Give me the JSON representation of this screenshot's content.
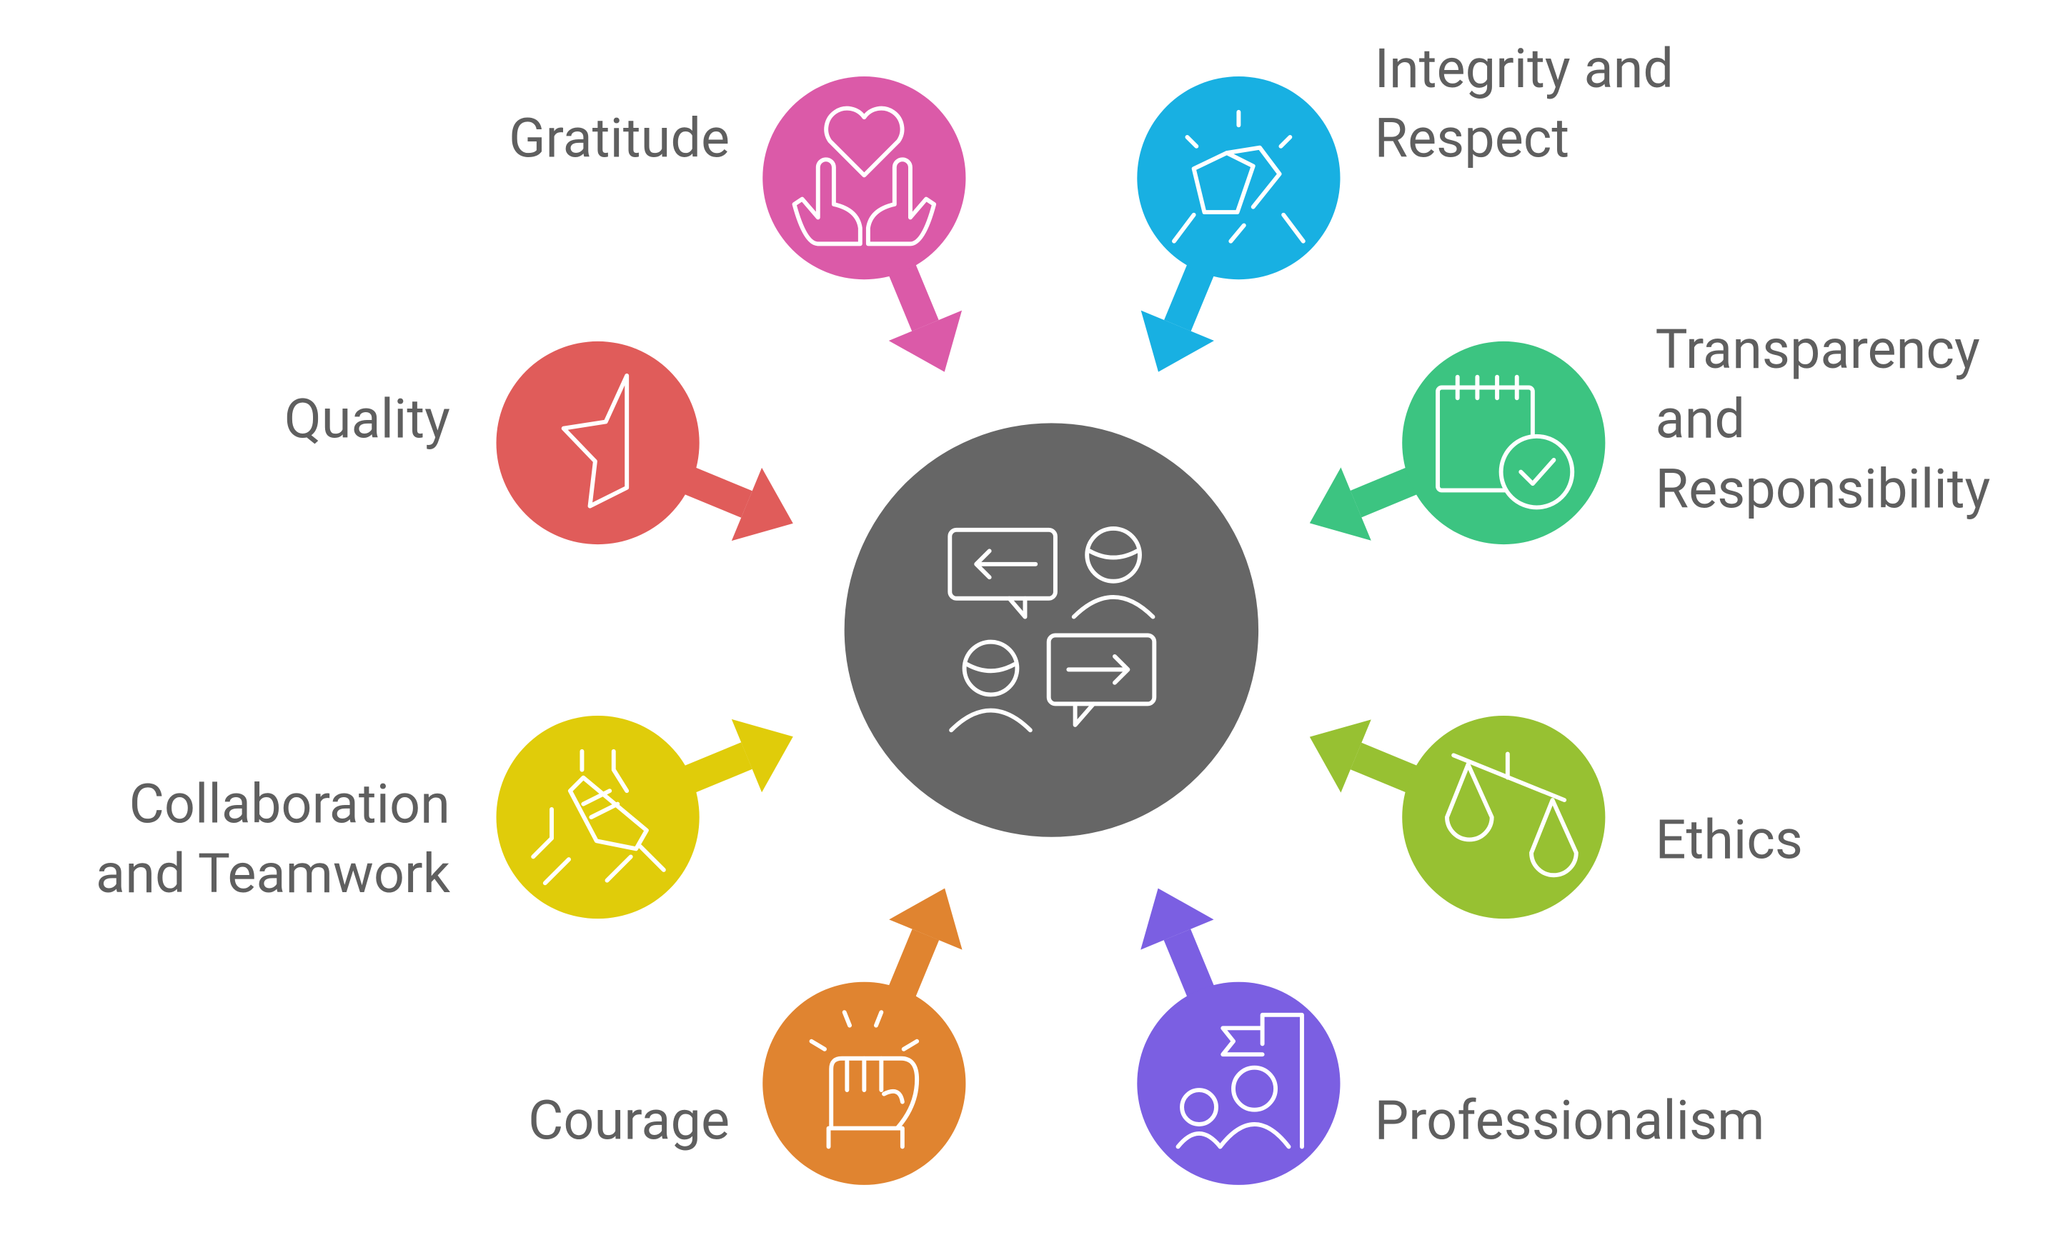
{
  "center": {
    "color": "#666666",
    "icon": "conversation-people-icon"
  },
  "nodes": [
    {
      "id": "gratitude",
      "lines": [
        "Gratitude"
      ],
      "color": "#DB5AA8",
      "icon": "hands-heart-icon"
    },
    {
      "id": "integrity",
      "lines": [
        "Integrity and",
        "Respect"
      ],
      "color": "#18B0E2",
      "icon": "handshake-icon"
    },
    {
      "id": "transparency",
      "lines": [
        "Transparency",
        "and",
        "Responsibility"
      ],
      "color": "#3CC481",
      "icon": "calendar-check-icon"
    },
    {
      "id": "ethics",
      "lines": [
        "Ethics"
      ],
      "color": "#97C132",
      "icon": "scales-icon"
    },
    {
      "id": "professionalism",
      "lines": [
        "Professionalism"
      ],
      "color": "#7B5FE2",
      "icon": "team-flag-icon"
    },
    {
      "id": "courage",
      "lines": [
        "Courage"
      ],
      "color": "#E08430",
      "icon": "raised-fist-icon"
    },
    {
      "id": "collaboration",
      "lines": [
        "Collaboration",
        "and Teamwork"
      ],
      "color": "#E0CC0A",
      "icon": "holding-hands-icon"
    },
    {
      "id": "quality",
      "lines": [
        "Quality"
      ],
      "color": "#E05C5A",
      "icon": "star-half-icon"
    }
  ]
}
